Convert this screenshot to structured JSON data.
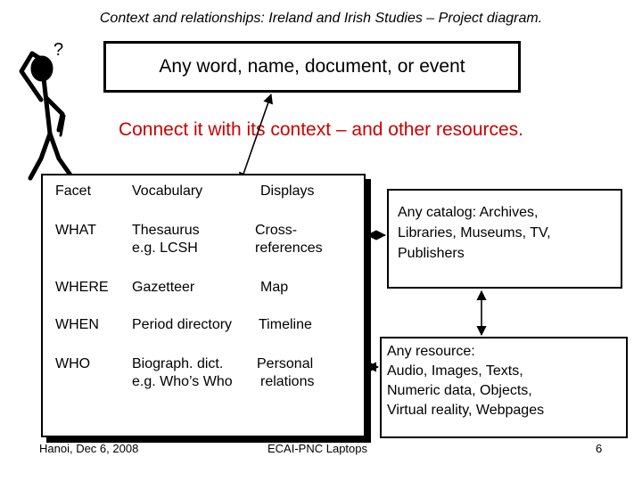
{
  "title": "Context and relationships: Ireland and Irish Studies – Project diagram.",
  "top_box": "Any word, name, document, or event",
  "subtitle": "Connect it with its context – and other resources.",
  "table": {
    "headers": [
      "Facet",
      "Vocabulary",
      "Displays"
    ],
    "rows": [
      {
        "facet": "WHAT",
        "vocab_1": "Thesaurus",
        "vocab_2": "e.g. LCSH",
        "display_1": "Cross-",
        "display_2": "references"
      },
      {
        "facet": "WHERE",
        "vocab_1": "Gazetteer",
        "vocab_2": "",
        "display_1": "Map",
        "display_2": ""
      },
      {
        "facet": "WHEN",
        "vocab_1": "Period directory",
        "vocab_2": "",
        "display_1": "Timeline",
        "display_2": ""
      },
      {
        "facet": "WHO",
        "vocab_1": "Biograph. dict.",
        "vocab_2": "e.g. Who’s Who",
        "display_1": "Personal",
        "display_2": "relations"
      }
    ]
  },
  "catalog_box": {
    "lines": [
      "Any catalog: Archives,",
      "Libraries, Museums,  TV,",
      "Publishers"
    ]
  },
  "resource_box": {
    "lines": [
      "Any resource:",
      "Audio, Images, Texts,",
      "Numeric data, Objects,",
      "Virtual reality, Webpages"
    ]
  },
  "figure_question_mark": "?",
  "footer": {
    "left": "Hanoi, Dec 6, 2008",
    "center": "ECAI-PNC Laptops",
    "page": "6"
  }
}
